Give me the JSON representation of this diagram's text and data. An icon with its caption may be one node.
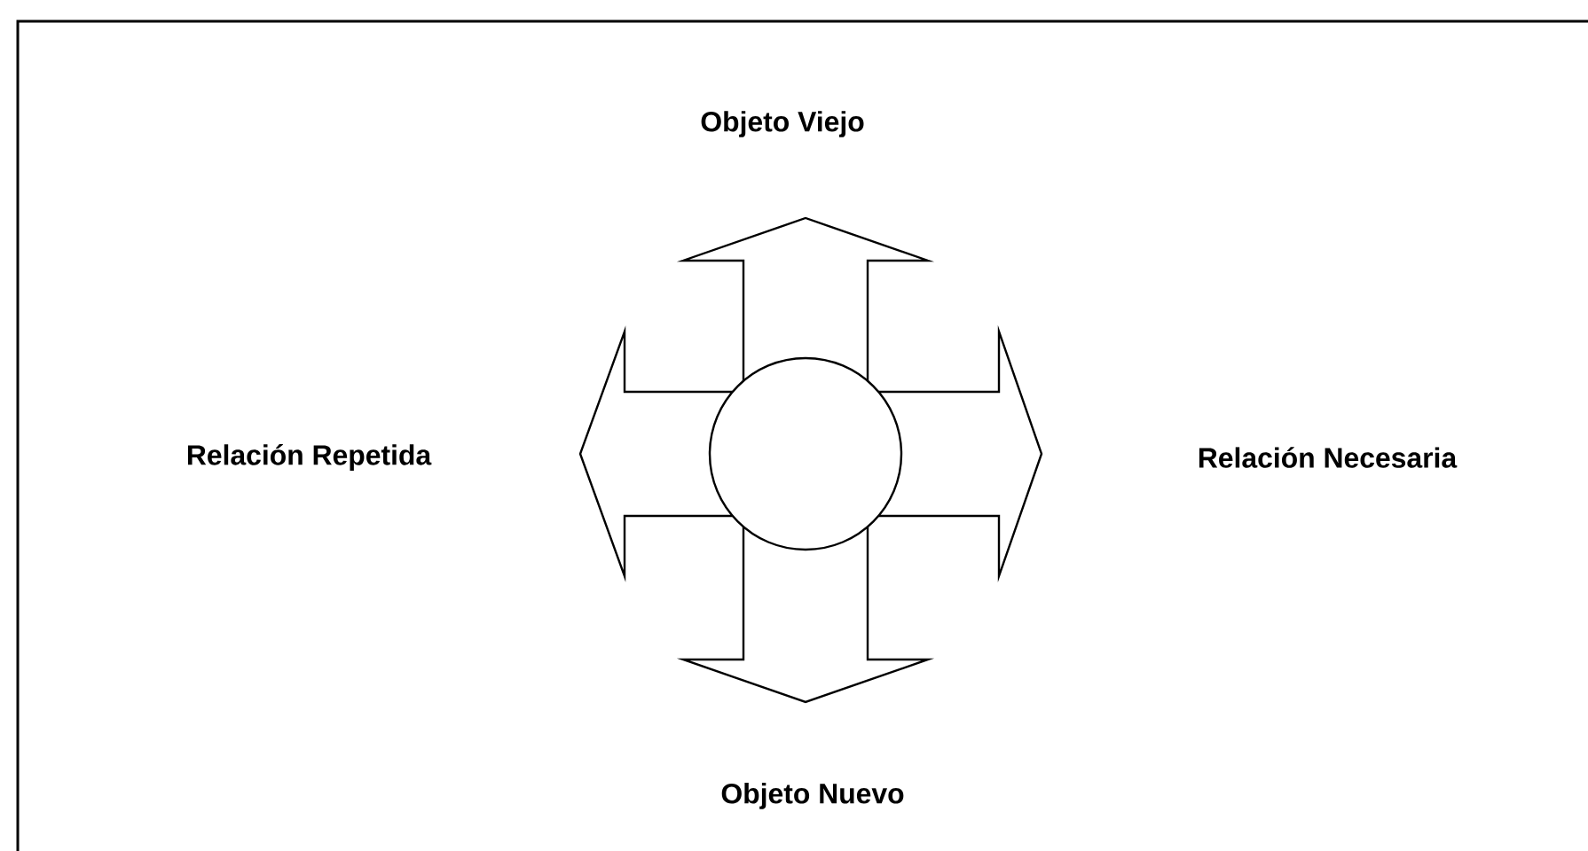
{
  "diagram": {
    "labels": [
      "Objeto Viejo",
      "Relación Repetida",
      "Relación Necesaria",
      "Objeto Nuevo"
    ]
  }
}
